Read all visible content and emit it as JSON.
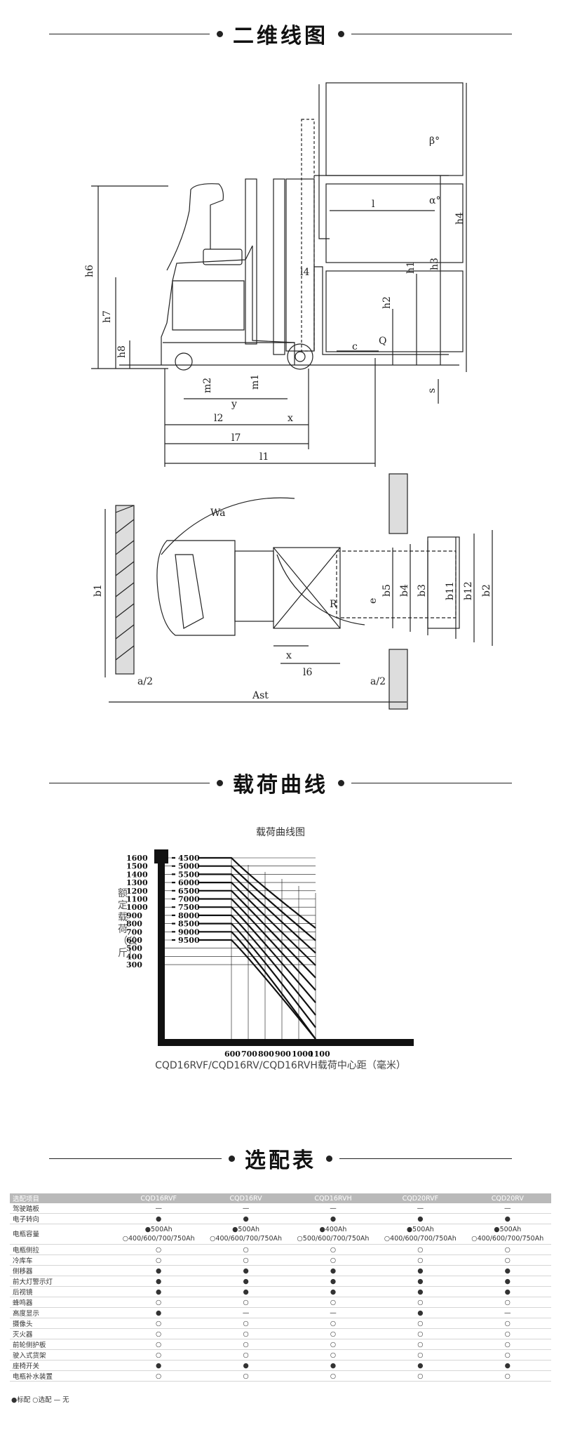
{
  "sections": {
    "drawing_title": "二维线图",
    "load_curve_title": "载荷曲线",
    "options_title": "选配表"
  },
  "side_view_labels": [
    "h6",
    "h7",
    "h8",
    "m2",
    "m1",
    "y",
    "x",
    "l2",
    "l7",
    "l1",
    "l4",
    "l",
    "c",
    "Q",
    "h2",
    "h1",
    "h3",
    "h4",
    "s",
    "α",
    "β"
  ],
  "top_view_labels": [
    "b1",
    "Wa",
    "R",
    "e",
    "b5",
    "b4",
    "b3",
    "b11",
    "b12",
    "b2",
    "x",
    "l6",
    "a/2",
    "Ast"
  ],
  "load_chart": {
    "chart_data": {
      "type": "line",
      "title": "载荷曲线图",
      "ylabel": "额定载荷（公斤）",
      "xlabel": "CQD16RVF/CQD16RV/CQD16RVH载荷中心距（毫米）",
      "y_ticks": [
        "1600",
        "1500",
        "1400",
        "1300",
        "1200",
        "1100",
        "1000",
        "900",
        "800",
        "700",
        "600",
        "500",
        "400",
        "300"
      ],
      "x_ticks": [
        "600",
        "700",
        "800",
        "900",
        "1000",
        "1100"
      ],
      "series_labels": [
        "4500",
        "5000",
        "5500",
        "6000",
        "6500",
        "7000",
        "7500",
        "8000",
        "8500",
        "9000",
        "9500"
      ]
    }
  },
  "options_table": {
    "headers": [
      "选配项目",
      "CQD16RVF",
      "CQD16RV",
      "CQD16RVH",
      "CQD20RVF",
      "CQD20RV"
    ],
    "rows": [
      {
        "name": "驾驶踏板",
        "cells": [
          "—",
          "—",
          "—",
          "—",
          "—"
        ]
      },
      {
        "name": "电子转向",
        "cells": [
          "●",
          "●",
          "●",
          "●",
          "●"
        ]
      },
      {
        "name": "电瓶容量",
        "cells": [
          "●500Ah\n○400/600/700/750Ah",
          "●500Ah\n○400/600/700/750Ah",
          "●400Ah\n○500/600/700/750Ah",
          "●500Ah\n○400/600/700/750Ah",
          "●500Ah\n○400/600/700/750Ah"
        ]
      },
      {
        "name": "电瓶侧拉",
        "cells": [
          "○",
          "○",
          "○",
          "○",
          "○"
        ]
      },
      {
        "name": "冷库车",
        "cells": [
          "○",
          "○",
          "○",
          "○",
          "○"
        ]
      },
      {
        "name": "侧移器",
        "cells": [
          "●",
          "●",
          "●",
          "●",
          "●"
        ]
      },
      {
        "name": "前大灯警示灯",
        "cells": [
          "●",
          "●",
          "●",
          "●",
          "●"
        ]
      },
      {
        "name": "后视镜",
        "cells": [
          "●",
          "●",
          "●",
          "●",
          "●"
        ]
      },
      {
        "name": "蜂鸣器",
        "cells": [
          "○",
          "○",
          "○",
          "○",
          "○"
        ]
      },
      {
        "name": "高度显示",
        "cells": [
          "●",
          "—",
          "—",
          "●",
          "—"
        ]
      },
      {
        "name": "摄像头",
        "cells": [
          "○",
          "○",
          "○",
          "○",
          "○"
        ]
      },
      {
        "name": "灭火器",
        "cells": [
          "○",
          "○",
          "○",
          "○",
          "○"
        ]
      },
      {
        "name": "前轮侧护板",
        "cells": [
          "○",
          "○",
          "○",
          "○",
          "○"
        ]
      },
      {
        "name": "驶入式货架",
        "cells": [
          "○",
          "○",
          "○",
          "○",
          "○"
        ]
      },
      {
        "name": "座椅开关",
        "cells": [
          "●",
          "●",
          "●",
          "●",
          "●"
        ]
      },
      {
        "name": "电瓶补水装置",
        "cells": [
          "○",
          "○",
          "○",
          "○",
          "○"
        ]
      }
    ],
    "legend": "●标配 ○选配 — 无"
  }
}
